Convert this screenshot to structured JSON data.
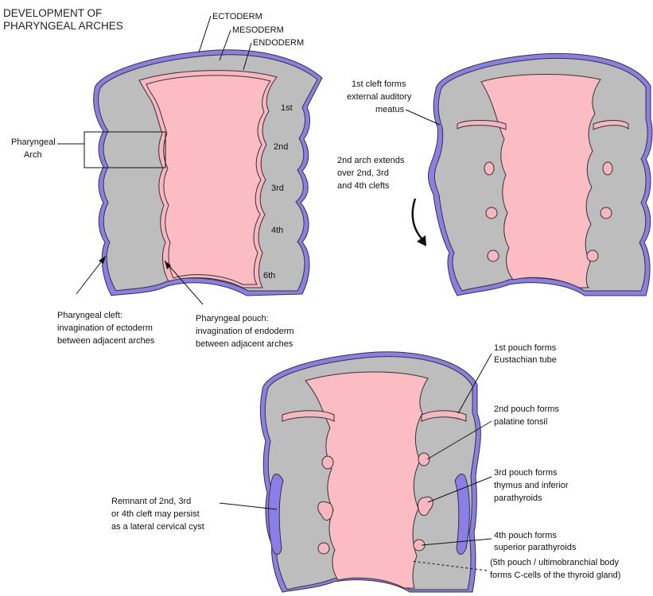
{
  "title": [
    "DEVELOPMENT OF",
    "PHARYNGEAL ARCHES"
  ],
  "layers": {
    "ectoderm": "ECTODERM",
    "mesoderm": "MESODERM",
    "endoderm": "ENDODERM"
  },
  "arch_numbers": [
    "1st",
    "2nd",
    "3rd",
    "4th",
    "6th"
  ],
  "labels": {
    "pharyngeal_arch": [
      "Pharyngeal",
      "Arch"
    ],
    "pharyngeal_cleft": [
      "Pharyngeal cleft:",
      "invagination of ectoderm",
      "between adjacent arches"
    ],
    "pharyngeal_pouch": [
      "Pharyngeal pouch:",
      "invagination of endoderm",
      "between adjacent arches"
    ],
    "first_cleft": [
      "1st cleft forms",
      "external auditory",
      "meatus"
    ],
    "second_arch": [
      "2nd arch extends",
      "over 2nd, 3rd",
      "and 4th clefts"
    ],
    "first_pouch": [
      "1st pouch forms",
      "Eustachian tube"
    ],
    "second_pouch": [
      "2nd pouch forms",
      "palatine tonsil"
    ],
    "third_pouch": [
      "3rd pouch forms",
      "thymus and inferior",
      "parathyroids"
    ],
    "fourth_pouch": [
      "4th pouch forms",
      "superior parathyroids"
    ],
    "fifth_pouch": [
      "(5th pouch / ultimobranchial body",
      "forms C-cells of the thyroid gland)"
    ],
    "remnant": [
      "Remnant of 2nd, 3rd",
      "or 4th cleft may persist",
      "as a lateral cervical cyst"
    ]
  },
  "colors": {
    "ectoderm": "#8a7fe8",
    "mesoderm": "#bdbdbd",
    "endoderm": "#f7b6c0",
    "lumen": "#fcbcc4",
    "outline": "#333333"
  }
}
